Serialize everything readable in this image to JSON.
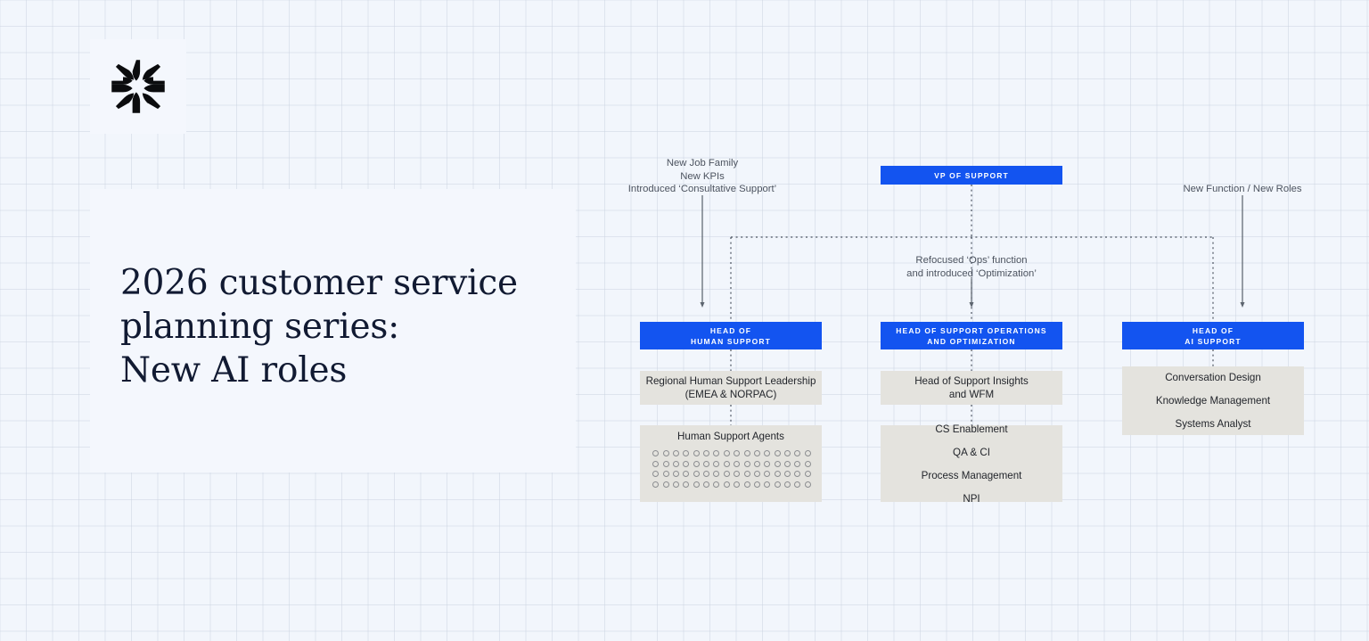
{
  "background": {
    "color": "#f2f6fc",
    "grid_line_color": "#cdd5e2"
  },
  "brand": {
    "logo_name": "intercom-burst-logo",
    "logo_color": "#0b0c0e"
  },
  "title_card": {
    "title": "2026 customer service\nplanning series:\nNew AI roles",
    "title_color": "#111a32"
  },
  "palette": {
    "node_blue": "#1354f0",
    "node_blue_text": "#ffffff",
    "node_grey": "#e4e3de",
    "node_grey_text": "#22252b",
    "connector": "#6a7380",
    "annotation_text": "#4c535f"
  },
  "org_chart": {
    "type": "org-hierarchy",
    "root": {
      "id": "vp-of-support",
      "label": "VP OF SUPPORT",
      "style": "blue"
    },
    "columns": [
      {
        "id": "human-support",
        "head": {
          "label_lines": [
            "HEAD OF",
            "HUMAN SUPPORT"
          ],
          "style": "blue"
        },
        "groups": [
          {
            "id": "regional-human-support-leadership",
            "style": "grey",
            "lines": [
              "Regional Human Support Leadership",
              "(EMEA & NORPAC)"
            ]
          },
          {
            "id": "human-support-agents",
            "style": "grey",
            "lines": [
              "Human Support Agents"
            ],
            "agent_dots": {
              "rows": 4,
              "columns": 16,
              "total": 64
            }
          }
        ],
        "annotation": {
          "text": "New Job Family\nNew KPIs\nIntroduced ‘Consultative Support’",
          "arrow": "down-solid"
        }
      },
      {
        "id": "support-operations-and-optimization",
        "head": {
          "label_lines": [
            "HEAD OF SUPPORT OPERATIONS",
            "AND OPTIMIZATION"
          ],
          "style": "blue"
        },
        "groups": [
          {
            "id": "head-of-support-insights-and-wfm",
            "style": "grey",
            "lines": [
              "Head of Support Insights",
              "and WFM"
            ]
          },
          {
            "id": "ops-functions",
            "style": "grey",
            "lines": [
              "CS Enablement",
              "QA & CI",
              "Process Management",
              "NPI"
            ]
          }
        ],
        "annotation": {
          "text": "Refocused ‘Ops’ function\nand introduced ‘Optimization’",
          "arrow": "down-solid"
        }
      },
      {
        "id": "ai-support",
        "head": {
          "label_lines": [
            "HEAD OF",
            "AI SUPPORT"
          ],
          "style": "blue"
        },
        "groups": [
          {
            "id": "ai-support-roles",
            "style": "grey",
            "lines": [
              "Conversation Design",
              "Knowledge Management",
              "Systems Analyst"
            ]
          }
        ],
        "annotation": {
          "text": "New Function / New Roles",
          "arrow": "down-solid"
        }
      }
    ]
  }
}
